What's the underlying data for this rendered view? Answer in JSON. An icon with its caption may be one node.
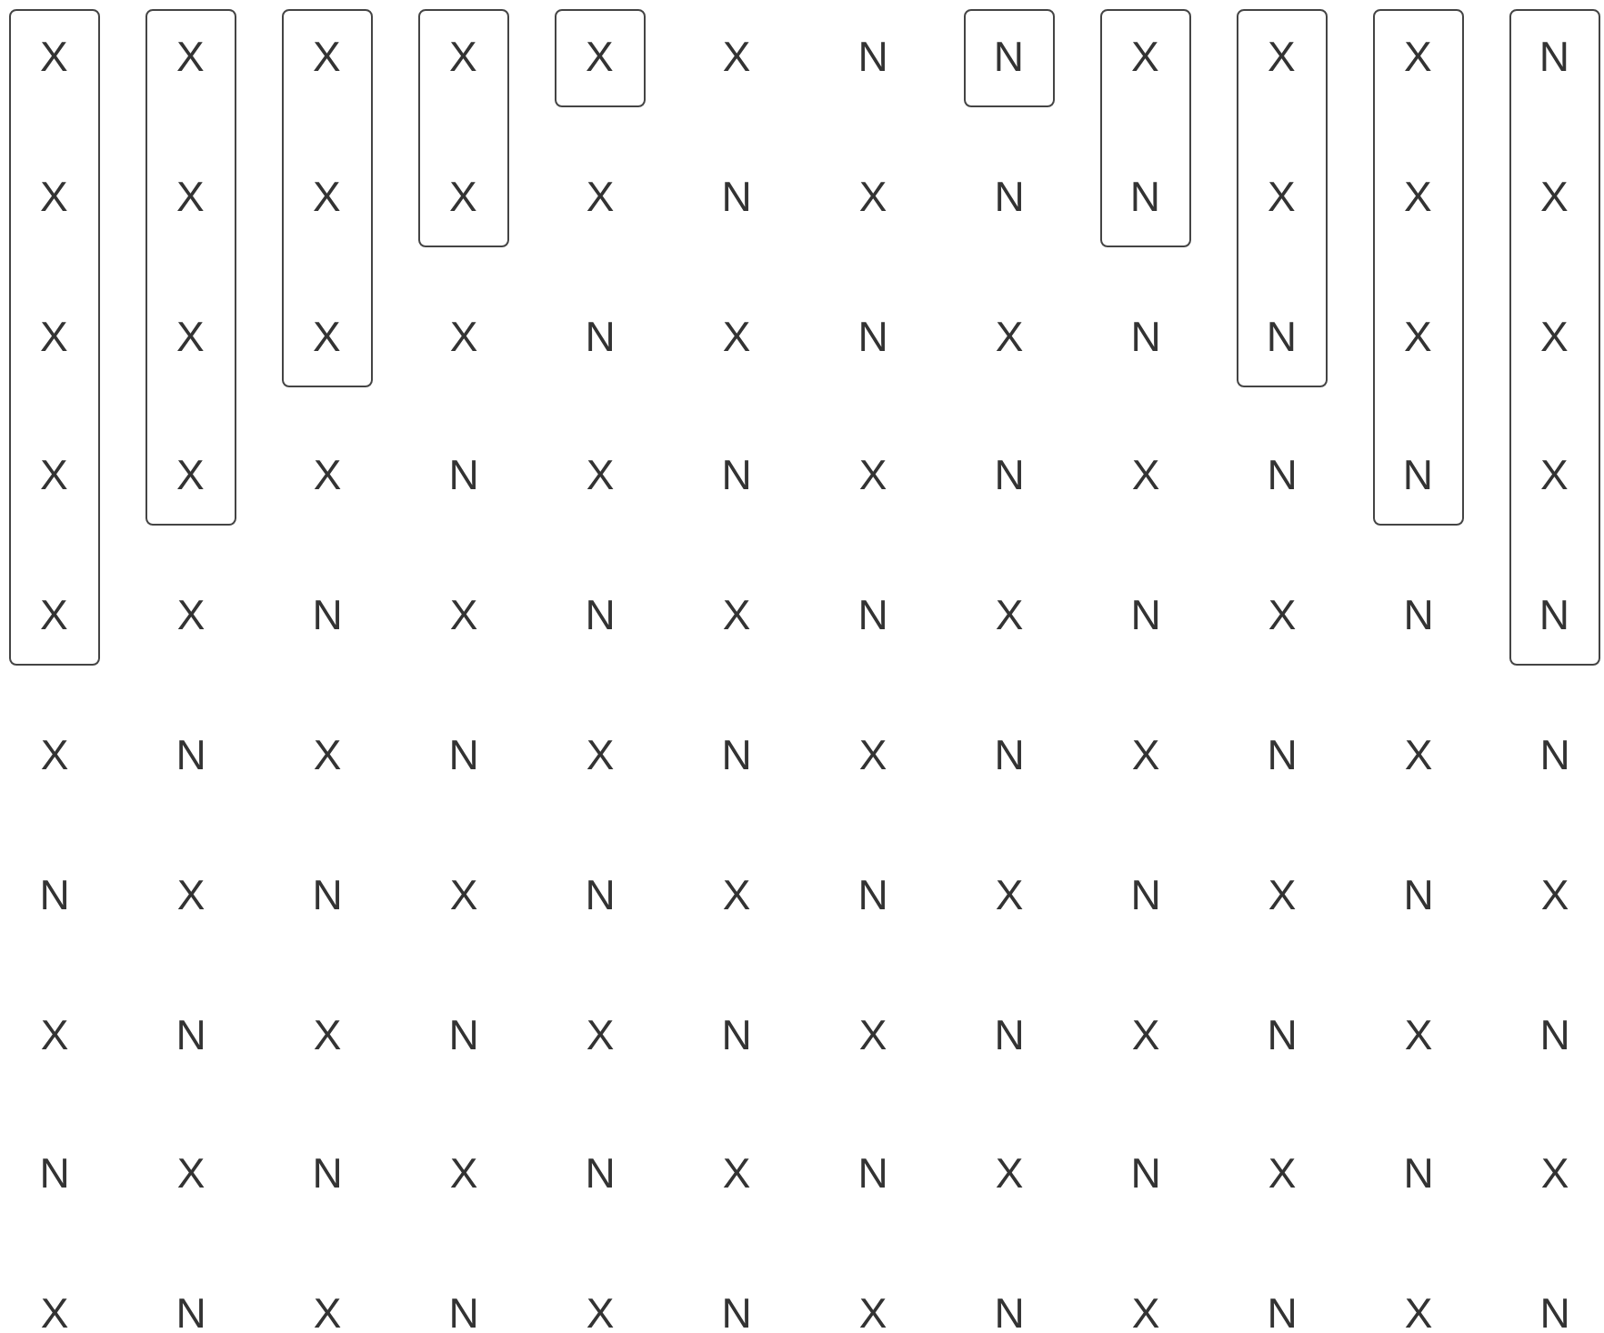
{
  "diagram": {
    "nodes": [
      {
        "text": [
          "X",
          "X",
          "X",
          "X",
          "X"
        ]
      },
      {
        "text": [
          "X",
          "X",
          "X",
          "X"
        ]
      },
      {
        "text": [
          "X",
          "X",
          "X"
        ]
      },
      {
        "text": [
          "X",
          "X"
        ]
      },
      {
        "text": [
          "X"
        ]
      },
      {
        "text": [
          "N"
        ]
      },
      {
        "text": [
          "X",
          "N"
        ]
      },
      {
        "text": [
          "X",
          "X",
          "N"
        ]
      },
      {
        "text": [
          "X",
          "X",
          "X",
          "N"
        ]
      },
      {
        "text": [
          "N",
          "X",
          "X",
          "X",
          "N"
        ]
      }
    ],
    "labels": [
      "X",
      "N",
      "X",
      "N",
      "X",
      "N",
      "X",
      "N",
      "X",
      "N",
      "X",
      "N",
      "X",
      "N",
      "X",
      "N",
      "X",
      "N",
      "X",
      "N",
      "X",
      "N",
      "X",
      "N",
      "X",
      "N",
      "X",
      "N",
      "X",
      "N",
      "X",
      "N",
      "X",
      "N",
      "X",
      "N",
      "X",
      "N",
      "X",
      "N",
      "X",
      "N",
      "N",
      "X",
      "N",
      "X",
      "N",
      "X",
      "N",
      "X",
      "N",
      "X",
      "N",
      "X",
      "X",
      "N",
      "X",
      "N",
      "X",
      "N",
      "X",
      "N",
      "X",
      "N",
      "X",
      "N",
      "N",
      "X",
      "N",
      "X",
      "N",
      "X",
      "N",
      "X",
      "N",
      "X",
      "N",
      "X",
      "X",
      "N",
      "X",
      "N",
      "X",
      "N",
      "X",
      "N",
      "X",
      "N",
      "X",
      "N"
    ]
  }
}
